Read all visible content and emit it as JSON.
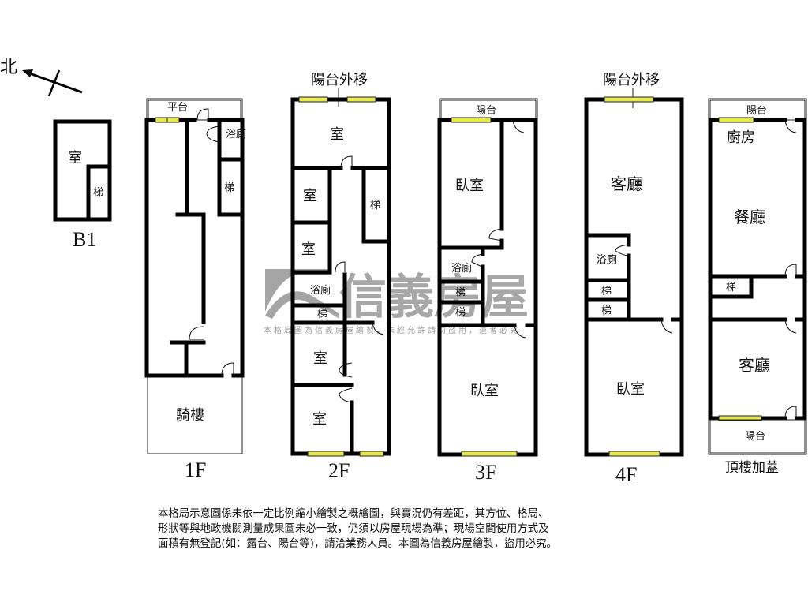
{
  "compass": {
    "label": "北",
    "icon": "north-arrow-icon"
  },
  "watermark": {
    "brand": "信義房屋",
    "notice": "本格局圖為信義房屋繪製，未經允許請勿盜用，違者必究"
  },
  "floors": {
    "b1": {
      "name": "B1",
      "rooms": [
        "室",
        "梯"
      ]
    },
    "f1": {
      "name": "1F",
      "rooms": [
        "平台",
        "浴廁",
        "梯",
        "騎樓"
      ]
    },
    "f2": {
      "name": "2F",
      "annotation": "陽台外移",
      "rooms": [
        "室",
        "室",
        "梯",
        "室",
        "浴廁",
        "梯",
        "室",
        "室"
      ]
    },
    "f3": {
      "name": "3F",
      "rooms": [
        "陽台",
        "臥室",
        "浴廁",
        "梯",
        "梯",
        "臥室"
      ]
    },
    "f4": {
      "name": "4F",
      "annotation": "陽台外移",
      "rooms": [
        "客廳",
        "浴廁",
        "梯",
        "梯",
        "臥室"
      ]
    },
    "roof": {
      "name": "頂樓加蓋",
      "rooms": [
        "陽台",
        "廚房",
        "餐廳",
        "梯",
        "客廳",
        "陽台"
      ]
    }
  },
  "disclaimer": {
    "lines": [
      "本格局示意圖係未依一定比例縮小繪製之概繪圖，與實況仍有差距，其方位、格局、",
      "形狀等與地政機關測量成果圖未必一致，仍須以房屋現場為準；現場空間使用方式及",
      "面積有無登記(如：露台、陽台等)，請洽業務人員。本圖為信義房屋繪製，盜用必究。"
    ]
  },
  "colors": {
    "wall": "#000000",
    "window": "#e8e84a",
    "watermark": "#8f8f8f"
  }
}
